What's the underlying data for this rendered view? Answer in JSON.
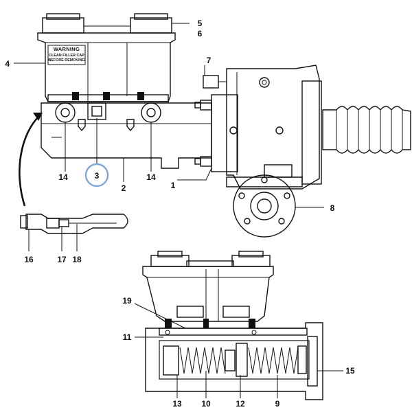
{
  "warning_label": {
    "title": "WARNING",
    "line1": "CLEAN FILLER CAP",
    "line2": "BEFORE REMOVING"
  },
  "callouts": {
    "c1": "1",
    "c2": "2",
    "c3": "3",
    "c4": "4",
    "c5": "5",
    "c6": "6",
    "c7": "7",
    "c8": "8",
    "c9": "9",
    "c10": "10",
    "c11": "11",
    "c12": "12",
    "c13": "13",
    "c14a": "14",
    "c14b": "14",
    "c15": "15",
    "c16": "16",
    "c17": "17",
    "c18": "18",
    "c19": "19"
  },
  "highlight_color": "#7fa6d6",
  "line_color": "#111111",
  "fill_color": "#ffffff",
  "shade_color": "#cfcfcf"
}
